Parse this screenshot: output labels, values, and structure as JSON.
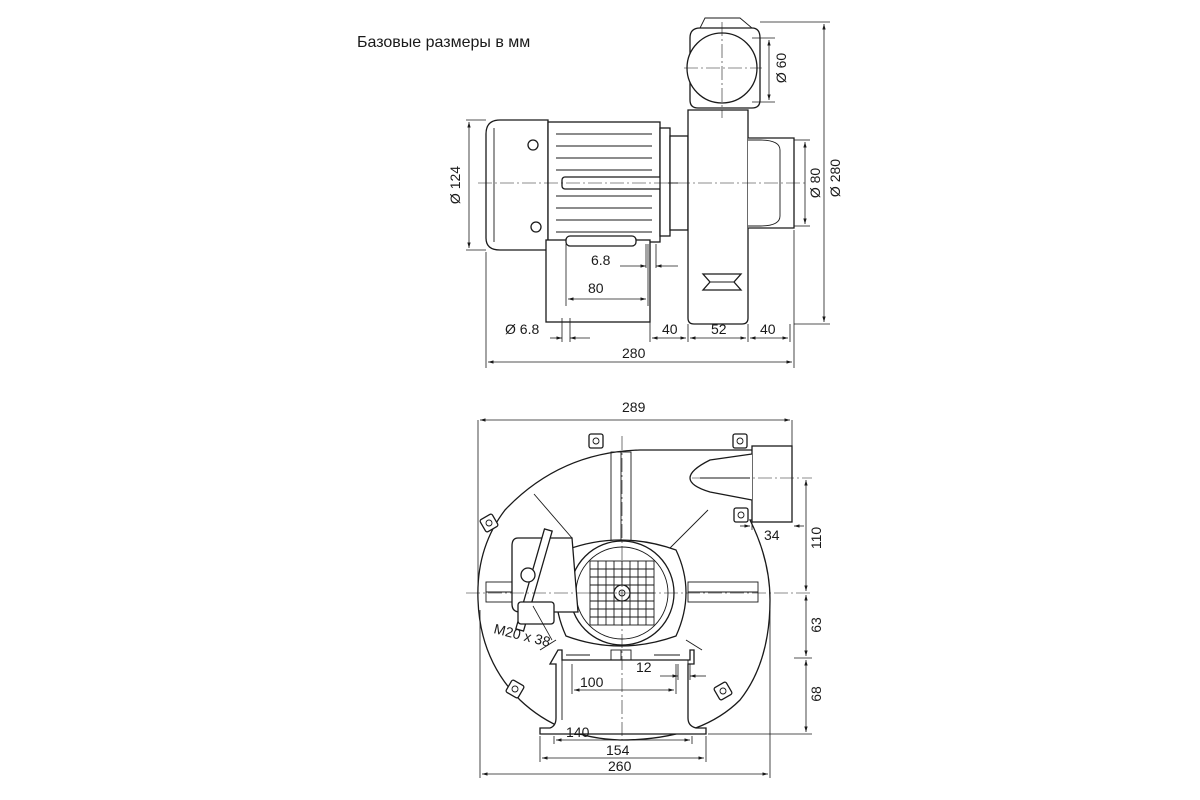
{
  "title": "Базовые размеры в мм",
  "side_view": {
    "d_motor": "Ø 124",
    "d_outlet": "Ø 60",
    "d_inlet": "Ø 80",
    "d_housing": "Ø 280",
    "slot": "6.8",
    "foot_spacing": "80",
    "hole": "Ø 6.8",
    "gap_left": "40",
    "width_inlet": "52",
    "gap_right": "40",
    "length": "280"
  },
  "front_view": {
    "width_top": "289",
    "outlet_offset": "34",
    "h_upper": "110",
    "h_middle": "63",
    "h_lower": "68",
    "cable_gland": "M20 x 38",
    "foot_100": "100",
    "foot_12": "12",
    "base_140": "140",
    "base_154": "154",
    "base_260": "260"
  }
}
